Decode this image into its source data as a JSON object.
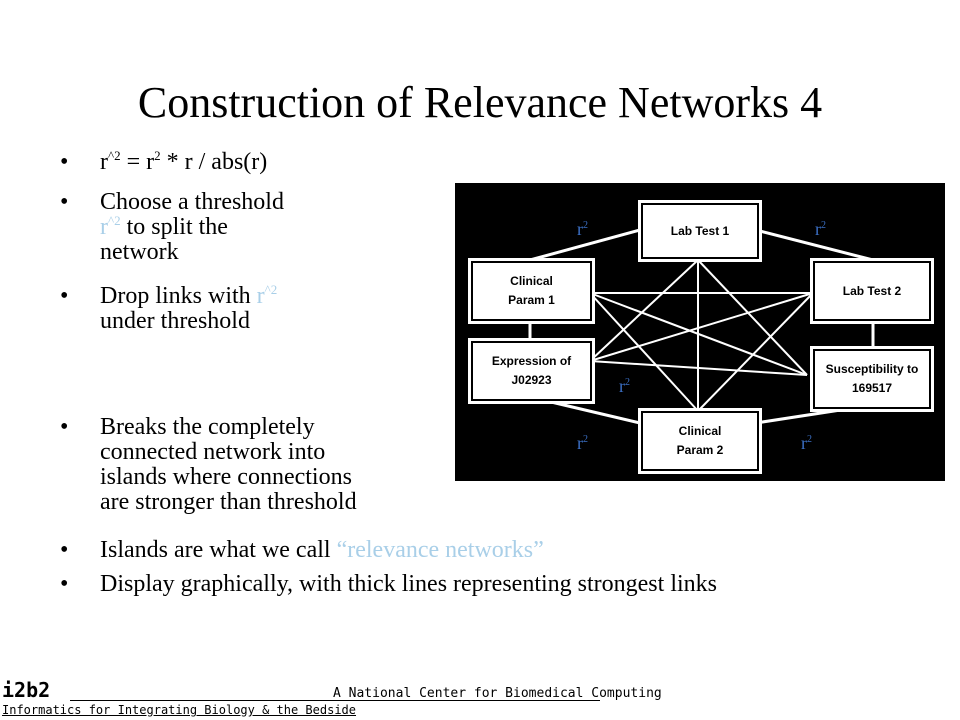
{
  "title": "Construction of Relevance Networks 4",
  "bullets": [
    {
      "id": "b1",
      "parts": [
        {
          "t": "r"
        },
        {
          "t": "^2",
          "sup": true
        },
        {
          "t": " = r"
        },
        {
          "t": "2",
          "sup": true
        },
        {
          "t": " * r / abs(r)"
        }
      ]
    },
    {
      "id": "b2",
      "lines": [
        "Choose a threshold",
        "r^2  to split the",
        "network"
      ]
    },
    {
      "id": "b3",
      "lines": [
        "Drop links with r^2",
        "under threshold"
      ]
    },
    {
      "id": "b4",
      "lines": [
        "Breaks the completely",
        "connected network into",
        "islands where connections",
        "are stronger than threshold"
      ]
    },
    {
      "id": "b5",
      "text_before": "Islands are what we call ",
      "highlight": "“relevance networks”"
    },
    {
      "id": "b6",
      "text": "Display graphically, with thick lines representing strongest links"
    }
  ],
  "network": {
    "nodes": {
      "lab1": "Lab Test 1",
      "cp1_a": "Clinical",
      "cp1_b": "Param 1",
      "lab2": "Lab Test 2",
      "expr_a": "Expression of",
      "expr_b": "J02923",
      "susc_a": "Susceptibility to",
      "susc_b": "169517",
      "cp2_a": "Clinical",
      "cp2_b": "Param 2"
    },
    "edge_label": "r",
    "edge_label_sup": "2",
    "colors": {
      "background": "#000000",
      "node_border": "#ffffff",
      "edge": "#ffffff",
      "label": "#3b6fc4"
    }
  },
  "footer": {
    "logo": "i2b2",
    "subtitle": "Informatics for Integrating Biology & the Bedside",
    "center": "A National Center for Biomedical Computing"
  },
  "colors": {
    "highlight": "#a9cfe8"
  }
}
